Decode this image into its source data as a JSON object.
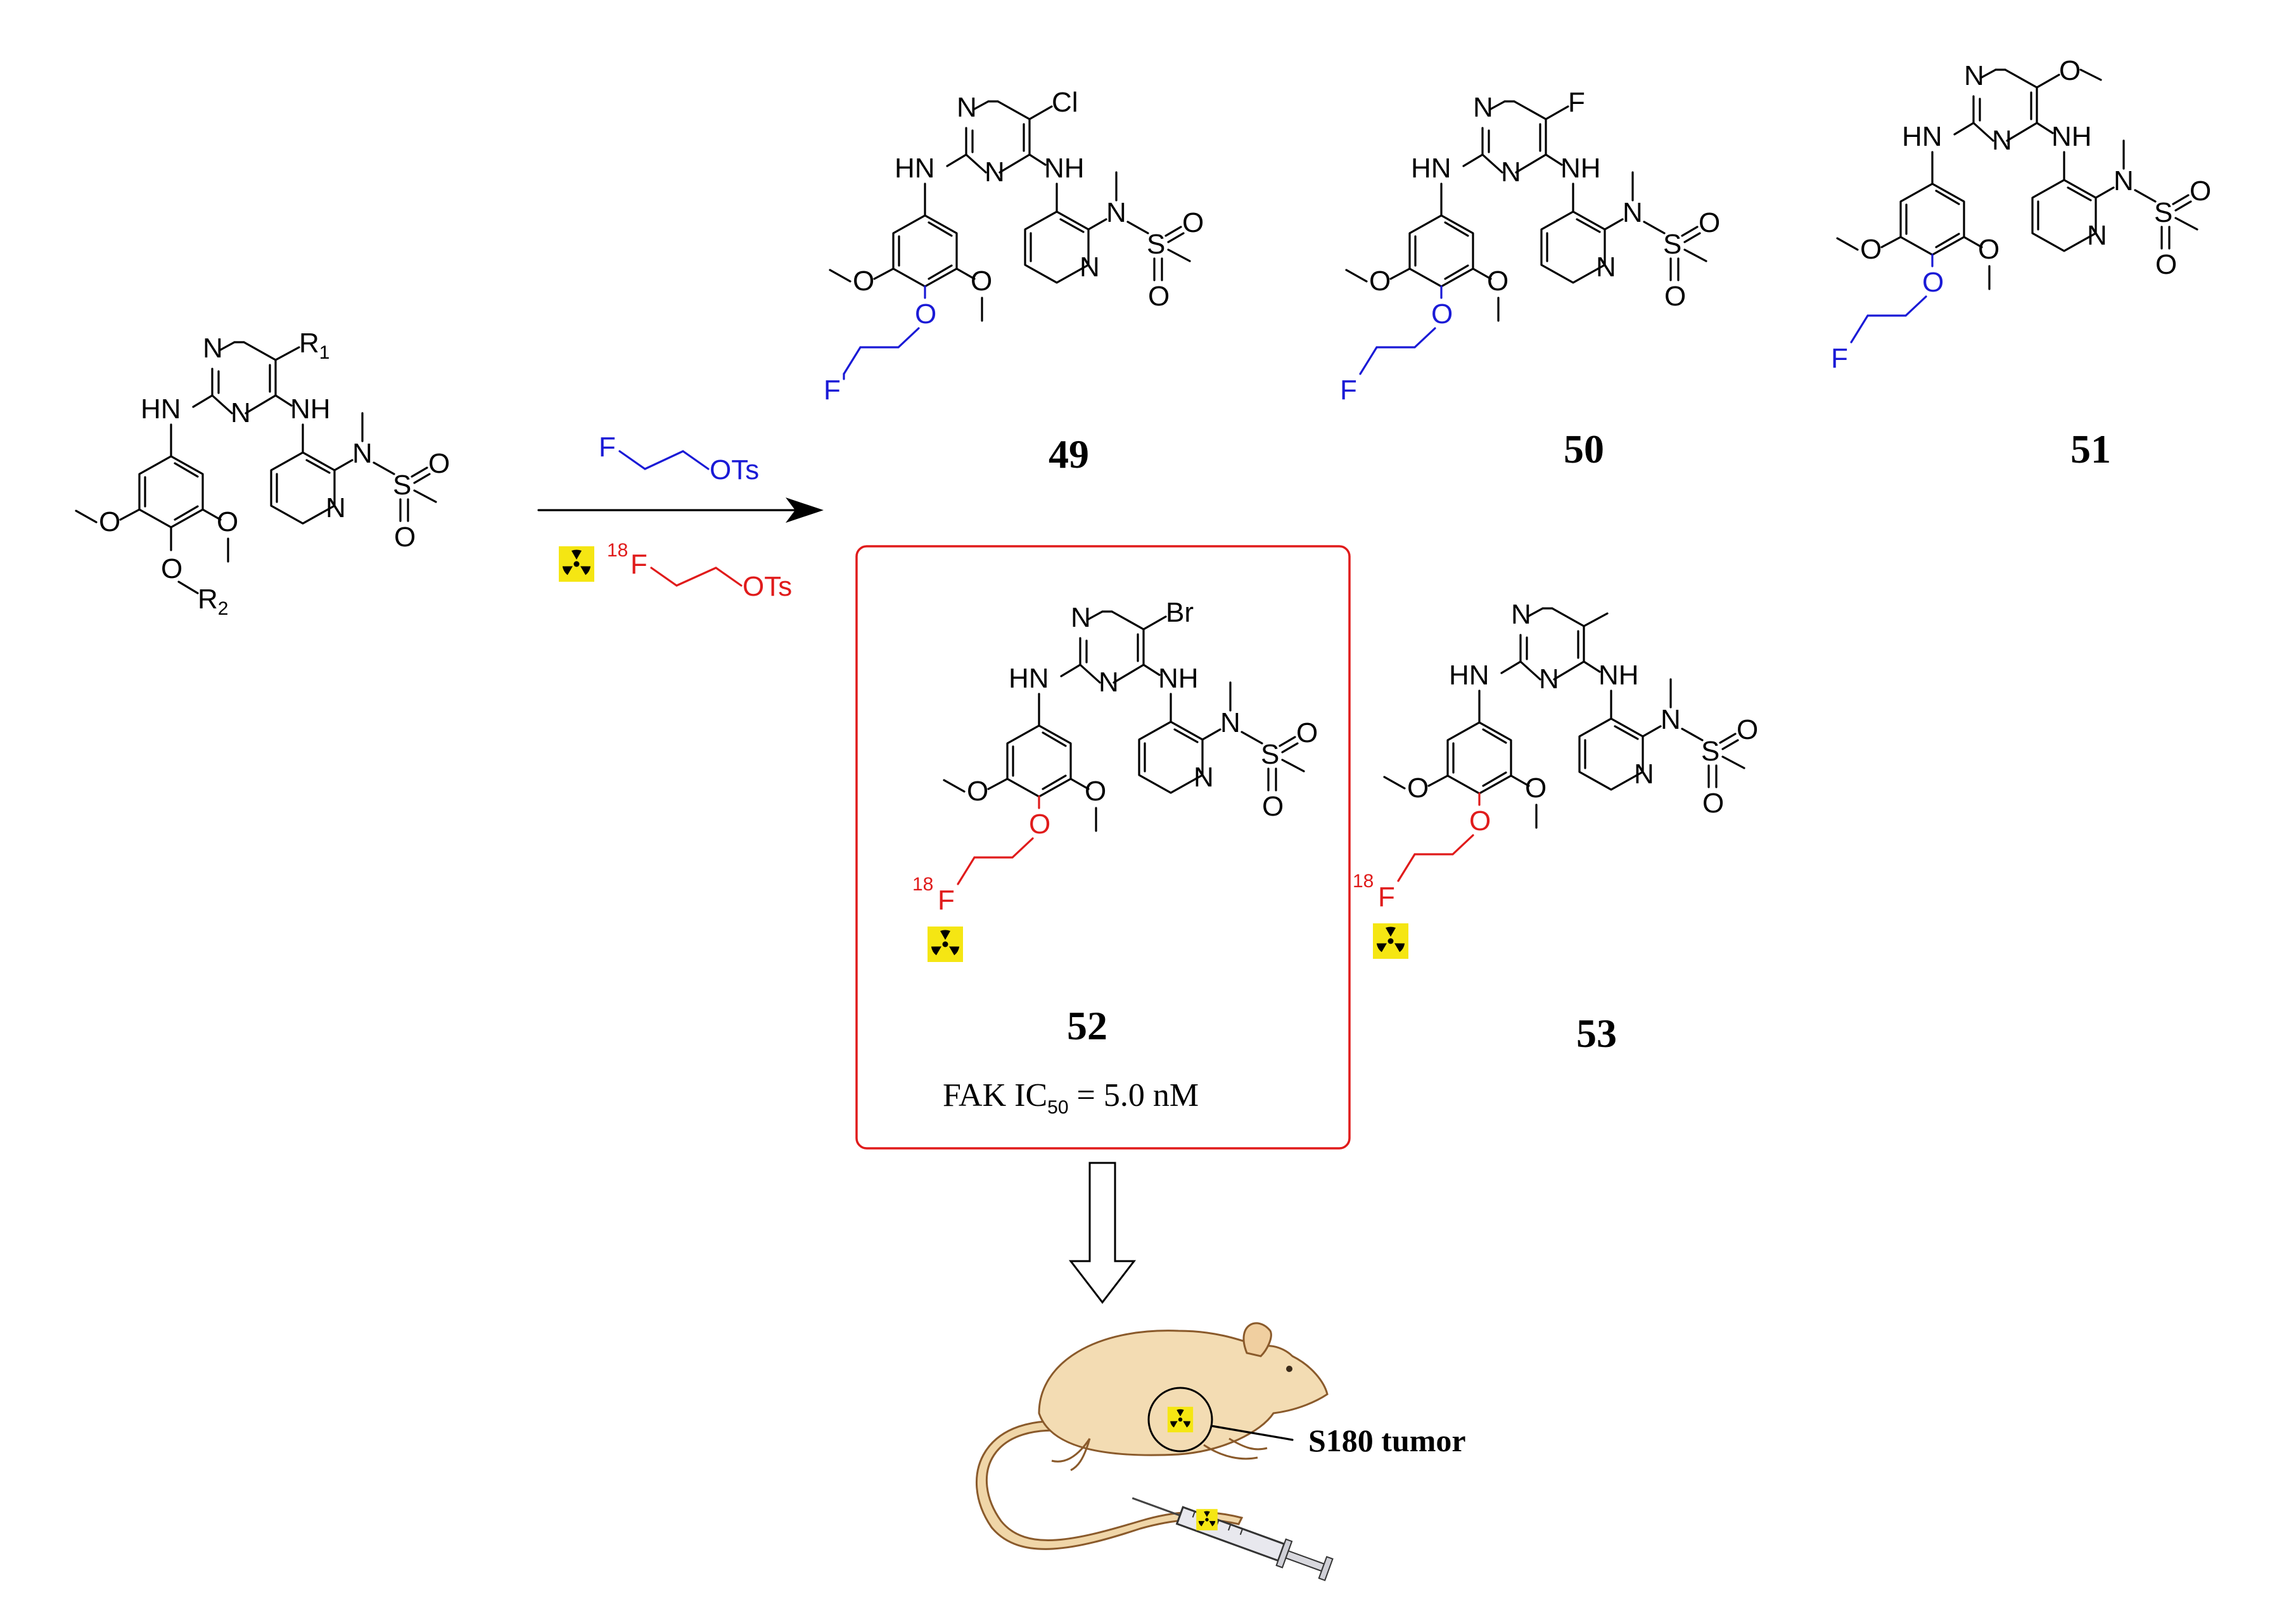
{
  "start": {
    "r1": "R",
    "r1_sub": "1",
    "r2": "R",
    "r2_sub": "2"
  },
  "reagents": {
    "blue": {
      "f": "F",
      "ots": "OTs"
    },
    "red": {
      "mass": "18",
      "f": "F",
      "ots": "OTs"
    }
  },
  "compounds": [
    {
      "id": "49",
      "substituent": "Cl",
      "tag": "F",
      "color": "#1a1ad6"
    },
    {
      "id": "50",
      "substituent": "F",
      "tag": "F",
      "color": "#1a1ad6"
    },
    {
      "id": "51",
      "substituent": "O",
      "tag": "F",
      "color": "#1a1ad6"
    },
    {
      "id": "52",
      "substituent": "Br",
      "tag": "F",
      "mass": "18",
      "color": "#e01b1b"
    },
    {
      "id": "53",
      "substituent": "",
      "tag": "F",
      "mass": "18",
      "color": "#e01b1b"
    }
  ],
  "atoms": {
    "N": "N",
    "NH": "NH",
    "HN": "HN",
    "S": "S",
    "O": "O"
  },
  "activity": {
    "prefix": "FAK IC",
    "sub": "50",
    "value": " = 5.0 nM"
  },
  "animal": {
    "label": "S180 tumor"
  },
  "colors": {
    "blue": "#1a1ad6",
    "red": "#e01b1b",
    "hazard": "#f5e613",
    "box": "#e01b1b"
  }
}
